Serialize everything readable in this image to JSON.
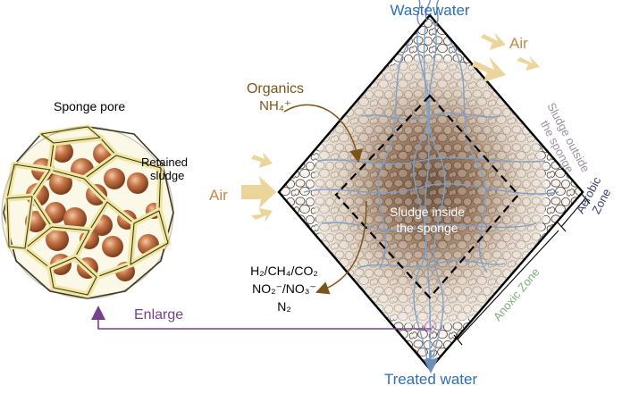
{
  "labels": {
    "wastewater": "Wastewater",
    "treated_water": "Treated water",
    "air_top": "Air",
    "air_left": "Air",
    "organics": "Organics",
    "nh4": "NH₄⁺",
    "sludge_inside_1": "Sludge inside",
    "sludge_inside_2": "the sponge",
    "sludge_outside_1": "Sludge outside",
    "sludge_outside_2": "the sponge",
    "aerobic_1": "Aerobic",
    "aerobic_2": "Zone",
    "anoxic": "Anoxic Zone",
    "gases_1": "H₂/CH₄/CO₂",
    "gases_2": "NO₂⁻/NO₃⁻",
    "gases_3": "N₂",
    "enlarge": "Enlarge",
    "sponge_pore": "Sponge pore",
    "retained_1": "Retained",
    "retained_2": "sludge"
  },
  "colors": {
    "water_blue": "#2f6db5",
    "air_tan": "#c8874a",
    "organics_brown": "#7a5418",
    "enlarge_purple": "#7a3f8c",
    "anoxic_green": "#7fae7a",
    "sludge_grey": "#9b8fa3",
    "aerobic_navy": "#3a3f6b",
    "frame_yellow": "#efe6a0",
    "sludge_ball": "#b8693f"
  }
}
